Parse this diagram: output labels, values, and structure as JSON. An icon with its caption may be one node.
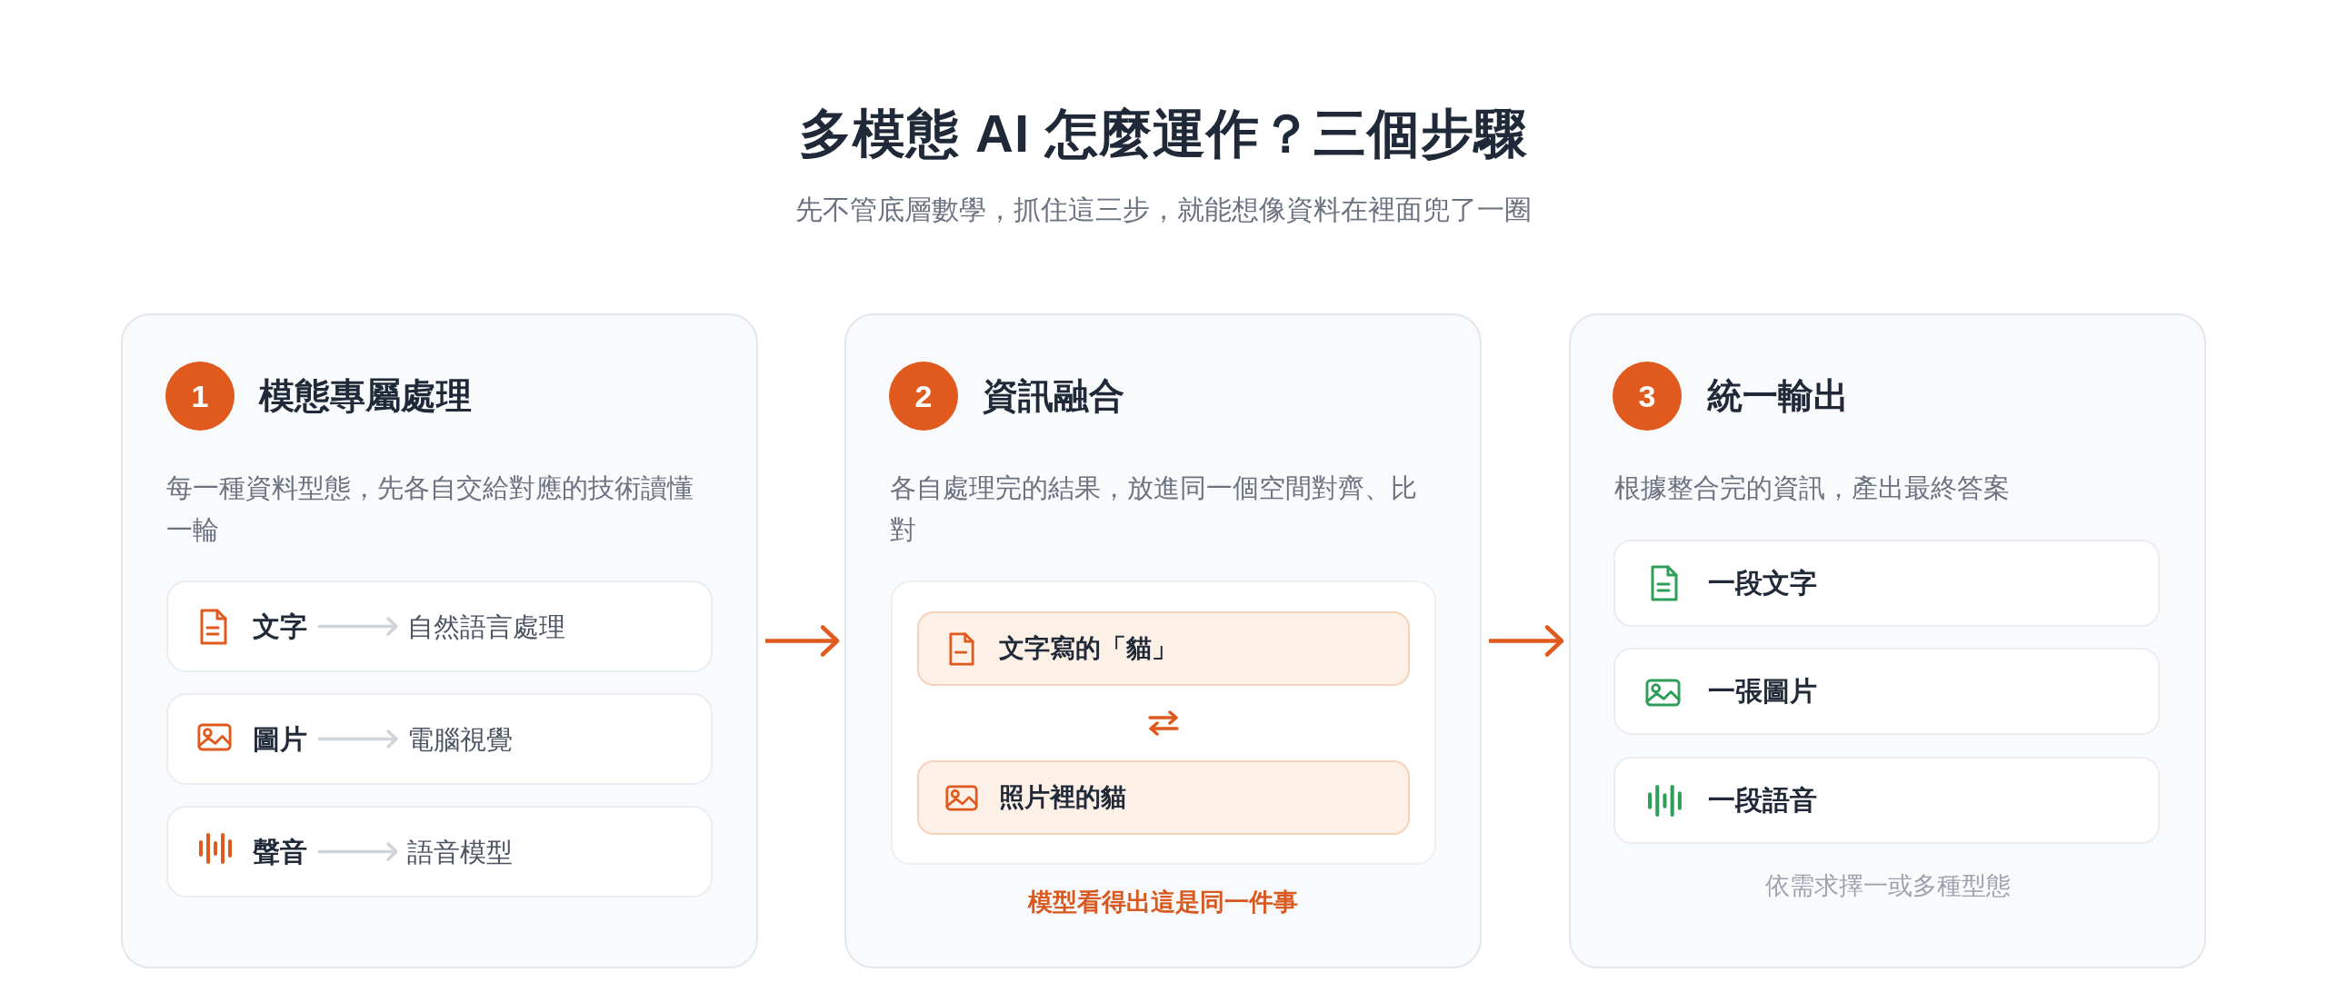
{
  "diagram": {
    "title": "多模態 AI 怎麼運作？三個步驟",
    "nodes": [
      {
        "text": [
          "模態專屬處理",
          "每一種資料型態，先各自交給對應的技術讀懂一輪"
        ]
      },
      {
        "text": [
          "1"
        ],
        "in": 0
      },
      {
        "text": [],
        "shape": "box",
        "in": 0
      },
      {
        "text": [
          "文字"
        ],
        "in": 2
      },
      {
        "text": [
          "自然語言處理"
        ],
        "in": 2
      },
      {
        "text": [],
        "shape": "box",
        "in": 0
      },
      {
        "text": [
          "圖片"
        ],
        "in": 5
      },
      {
        "text": [
          "電腦視覺"
        ],
        "in": 5
      },
      {
        "text": [],
        "shape": "box",
        "in": 0
      },
      {
        "text": [
          "聲音"
        ],
        "in": 8
      },
      {
        "text": [
          "語音模型"
        ],
        "in": 8
      },
      {
        "text": [
          "資訊融合",
          "各自處理完的結果，放進同一個空間對齊、比對",
          "模型看得出這是同一件事"
        ]
      },
      {
        "text": [
          "2"
        ],
        "in": 11
      },
      {
        "text": [],
        "shape": "box",
        "in": 11
      },
      {
        "text": [
          "文字寫的「貓」"
        ],
        "in": 13
      },
      {
        "text": [
          "照片裡的貓"
        ],
        "in": 13
      },
      {
        "text": [
          "統一輸出",
          "根據整合完的資訊，產出最終答案",
          "依需求擇一或多種型態"
        ]
      },
      {
        "text": [
          "3"
        ],
        "in": 16
      },
      {
        "text": [
          "一段文字"
        ],
        "in": 16
      },
      {
        "text": [
          "一張圖片"
        ],
        "in": 16
      },
      {
        "text": [
          "一段語音"
        ],
        "in": 16
      }
    ],
    "edges": [
      {
        "from": 0,
        "to": 11,
        "arrow": "to",
        "color": "#e05a1e"
      },
      {
        "from": 11,
        "to": 16,
        "arrow": "to",
        "color": "#e05a1e"
      },
      {
        "from": 3,
        "to": 4,
        "arrow": "to",
        "color": "#cfd4da"
      },
      {
        "from": 6,
        "to": 7,
        "arrow": "to",
        "color": "#cfd4da"
      },
      {
        "from": 9,
        "to": 10,
        "arrow": "to",
        "color": "#cfd4da"
      }
    ],
    "labels": [
      "先不管底層數學，抓住這三步，就能想像資料在裡面兜了一圈"
    ]
  }
}
